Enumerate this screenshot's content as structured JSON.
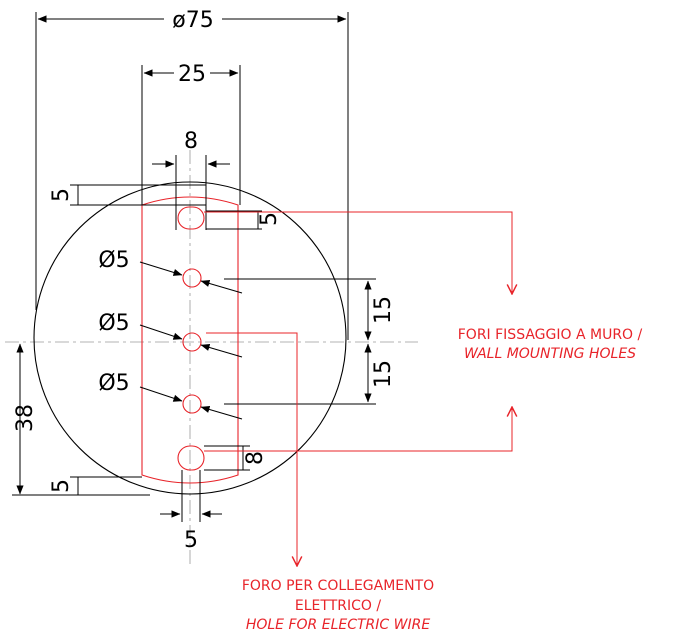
{
  "colors": {
    "ink": "#000000",
    "annotation": "#e8242a",
    "centerline": "#9a9a9a",
    "background": "#ffffff"
  },
  "dimensions": {
    "overall_diameter": "ø75",
    "hole_spacing_width": "25",
    "slot_width_top": "8",
    "top_offset": "5",
    "slot_height_top": "5",
    "hole_dia_1": "Ø5",
    "hole_dia_2": "Ø5",
    "hole_dia_3": "Ø5",
    "spacing_upper": "15",
    "spacing_lower": "15",
    "center_height": "38",
    "bottom_offset": "5",
    "slot_height_bottom": "8",
    "slot_width_bottom": "5"
  },
  "notes": {
    "wall_mounting_line1": "FORI FISSAGGIO A MURO /",
    "wall_mounting_line2": "WALL MOUNTING HOLES",
    "electric_line1": "FORO PER COLLEGAMENTO",
    "electric_line2": "ELETTRICO /",
    "electric_line3": "HOLE FOR ELECTRIC WIRE"
  }
}
